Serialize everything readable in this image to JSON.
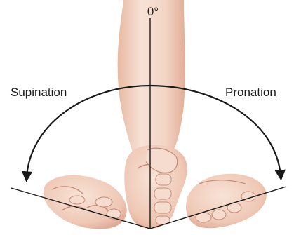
{
  "diagram": {
    "angle_label": "0°",
    "left_label": "Supination",
    "right_label": "Pronation"
  },
  "colors": {
    "skin_light": "#f6ddd0",
    "skin_mid": "#efc9b6",
    "skin_shadow": "#d9a58f",
    "line": "#1a1a1a"
  }
}
